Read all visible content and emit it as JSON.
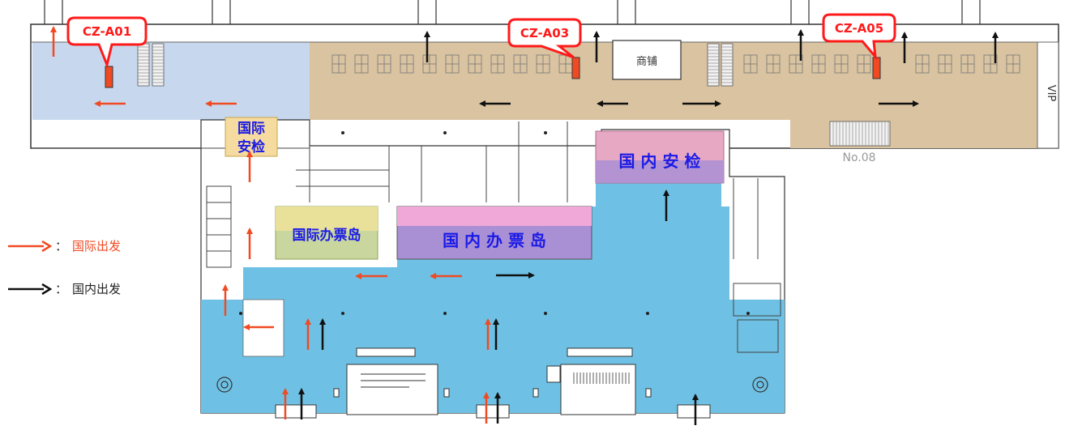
{
  "colors": {
    "international_departure": "#f04a23",
    "domestic_departure": "#111111",
    "callout_red": "#ff1a1a",
    "zone_text_blue": "#1a1ae6",
    "concourse_blue": "#6ec1e4",
    "intl_gate_area": "#c7d8ee",
    "domestic_gate_area": "#d9c3a0",
    "intl_security_fill": "#f5dba0",
    "domestic_security_fill": "#e7a8c4",
    "intl_ticket_fill": "#c9d79f",
    "domestic_ticket_fill": "#a98fd4"
  },
  "callouts": [
    "CZ-A01",
    "CZ-A03",
    "CZ-A05"
  ],
  "labels": {
    "shop": "商铺",
    "vip": "VIP",
    "gate_no": "No.08",
    "intl_security_line1": "国际",
    "intl_security_line2": "安检",
    "domestic_security": "国 内 安 检",
    "intl_ticket_island": "国际办票岛",
    "domestic_ticket_island": "国  内  办  票  岛"
  },
  "legend": [
    {
      "label": "国际出发",
      "colon": "：",
      "color_key": "international_departure",
      "icon": "red-arrow-icon"
    },
    {
      "label": "国内出发",
      "colon": "：",
      "color_key": "domestic_departure",
      "icon": "black-arrow-icon"
    }
  ]
}
